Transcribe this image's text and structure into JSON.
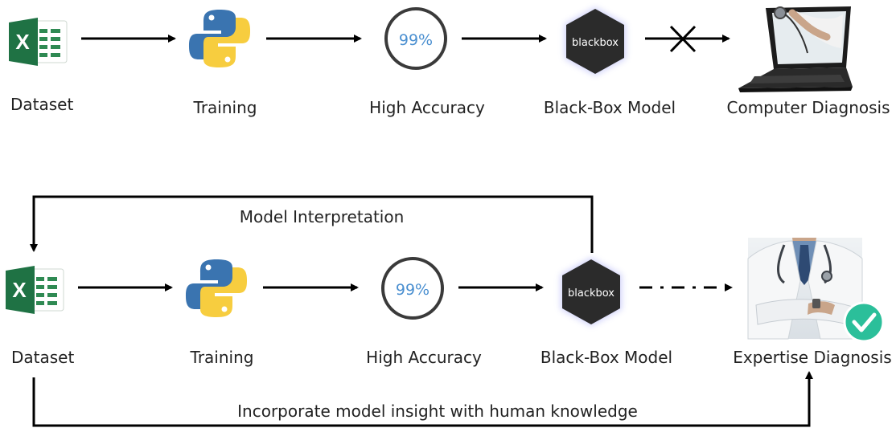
{
  "row1": {
    "labels": {
      "dataset": "Dataset",
      "training": "Training",
      "accuracy": "High Accuracy",
      "blackbox_model": "Black-Box Model",
      "diagnosis": "Computer Diagnosis"
    },
    "accuracy_value": "99%",
    "blackbox_text": "blackbox"
  },
  "row2": {
    "labels": {
      "dataset": "Dataset",
      "training": "Training",
      "accuracy": "High Accuracy",
      "blackbox_model": "Black-Box Model",
      "diagnosis": "Expertise Diagnosis"
    },
    "accuracy_value": "99%",
    "blackbox_text": "blackbox",
    "feedback_label": "Model Interpretation",
    "bottom_label": "Incorporate model insight with human knowledge"
  },
  "icons": {
    "dataset": "excel-icon",
    "training": "python-icon",
    "accuracy": "progress-ring-icon",
    "model": "hexagon-icon",
    "computer_diagnosis": "laptop-stethoscope-icon",
    "expertise_diagnosis": "doctor-icon",
    "check": "check-icon",
    "blocked": "cross-icon"
  },
  "colors": {
    "excel_green": "#1f7244",
    "python_blue": "#3a74b0",
    "python_yellow": "#f7cd3f",
    "accuracy_text": "#4a8fd0",
    "blackbox_fill": "#2b2b2b",
    "check_green": "#2bbf9a"
  }
}
